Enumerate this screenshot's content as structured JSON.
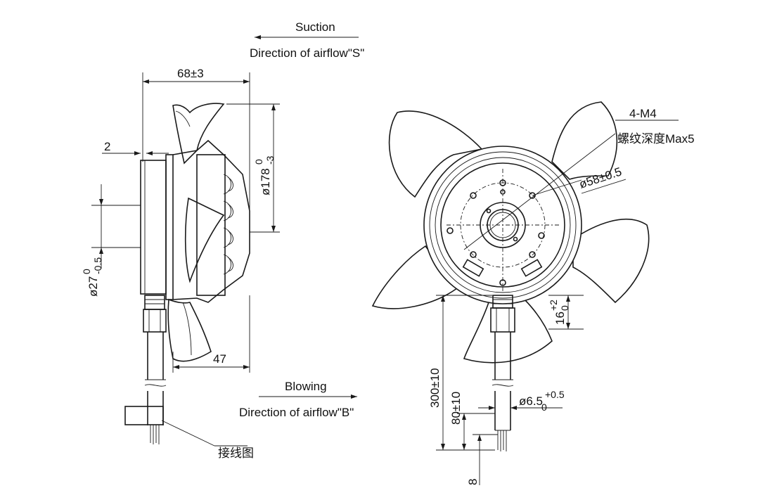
{
  "airflow": {
    "suction_label": "Suction",
    "suction_direction": "Direction of airflow\"S\"",
    "blowing_label": "Blowing",
    "blowing_direction": "Direction of airflow\"B\""
  },
  "side_view": {
    "width_dim": "68±3",
    "gap_dim": "2",
    "depth_dim": "47",
    "diameter_dim": "ø178",
    "diameter_tol_upper": "0",
    "diameter_tol_lower": "-3",
    "hub_dim": "ø27",
    "hub_tol_upper": "0",
    "hub_tol_lower": "-0.5",
    "wiring_label": "接线图"
  },
  "front_view": {
    "thread_label": "4-M4",
    "thread_depth_label": "螺纹深度Max5",
    "bolt_circle_dim": "ø58±0.5",
    "offset_dim": "16",
    "offset_tol_upper": "+2",
    "offset_tol_lower": "0",
    "cable_length_dim": "300±10",
    "strip_length_dim": "80±10",
    "cable_dia_dim": "ø6.5",
    "cable_dia_tol_upper": "+0.5",
    "cable_dia_tol_lower": "0",
    "wire_end_dim": "8"
  }
}
